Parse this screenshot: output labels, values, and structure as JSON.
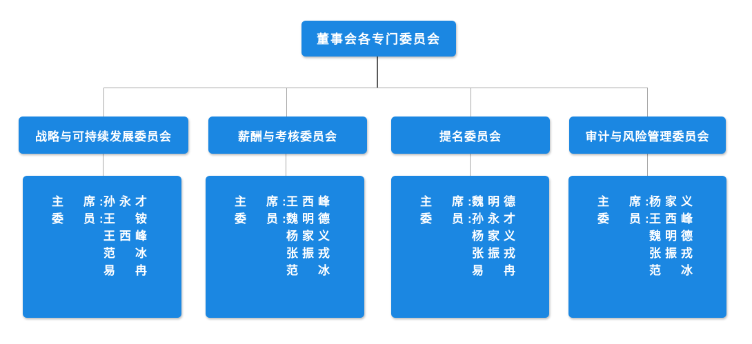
{
  "chart": {
    "type": "org-chart",
    "root_label": "董事会各专门委员会",
    "committees": [
      {
        "name": "战略与可持续发展委员会",
        "rows": [
          {
            "label": "主　席:",
            "name": "孙永才"
          },
          {
            "label": "委　员:",
            "name": "王　铵"
          },
          {
            "label": "",
            "name": "王西峰"
          },
          {
            "label": "",
            "name": "范　冰"
          },
          {
            "label": "",
            "name": "易　冉"
          }
        ]
      },
      {
        "name": "薪酬与考核委员会",
        "rows": [
          {
            "label": "主　席:",
            "name": "王西峰"
          },
          {
            "label": "委　员:",
            "name": "魏明德"
          },
          {
            "label": "",
            "name": "杨家义"
          },
          {
            "label": "",
            "name": "张振戎"
          },
          {
            "label": "",
            "name": "范　冰"
          }
        ]
      },
      {
        "name": "提名委员会",
        "rows": [
          {
            "label": "主　席:",
            "name": "魏明德"
          },
          {
            "label": "委　员:",
            "name": "孙永才"
          },
          {
            "label": "",
            "name": "杨家义"
          },
          {
            "label": "",
            "name": "张振戎"
          },
          {
            "label": "",
            "name": "易　冉"
          }
        ]
      },
      {
        "name": "审计与风险管理委员会",
        "rows": [
          {
            "label": "主　席:",
            "name": "杨家义"
          },
          {
            "label": "委　员:",
            "name": "王西峰"
          },
          {
            "label": "",
            "name": "魏明德"
          },
          {
            "label": "",
            "name": "张振戎"
          },
          {
            "label": "",
            "name": "范　冰"
          }
        ]
      }
    ],
    "colors": {
      "box_fill": "#1b87e2",
      "box_text": "#ffffff",
      "connector": "#a6a6a6",
      "connector_dark": "#595959",
      "background": "#ffffff"
    }
  }
}
